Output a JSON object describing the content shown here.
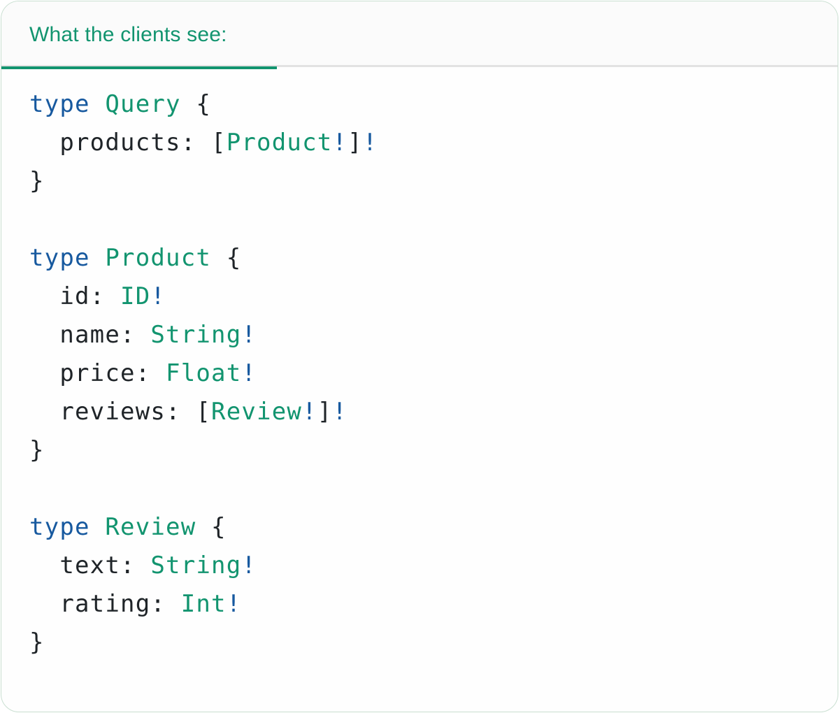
{
  "tab": {
    "label": "What the clients see:"
  },
  "colors": {
    "accent_green": "#12946F",
    "keyword_blue": "#17599F",
    "code_ink": "#1F2428",
    "tabbar_border": "#E2E2E2",
    "card_border": "#C9DFD1"
  },
  "code": {
    "language": "graphql",
    "lines": [
      {
        "tokens": [
          {
            "t": "type",
            "c": "blue"
          },
          {
            "t": " ",
            "c": "ink"
          },
          {
            "t": "Query",
            "c": "green"
          },
          {
            "t": " {",
            "c": "ink"
          }
        ]
      },
      {
        "tokens": [
          {
            "t": "  products: [",
            "c": "ink"
          },
          {
            "t": "Product",
            "c": "green"
          },
          {
            "t": "!",
            "c": "blue"
          },
          {
            "t": "]",
            "c": "ink"
          },
          {
            "t": "!",
            "c": "blue"
          }
        ]
      },
      {
        "tokens": [
          {
            "t": "}",
            "c": "ink"
          }
        ]
      },
      {
        "tokens": []
      },
      {
        "tokens": [
          {
            "t": "type",
            "c": "blue"
          },
          {
            "t": " ",
            "c": "ink"
          },
          {
            "t": "Product",
            "c": "green"
          },
          {
            "t": " {",
            "c": "ink"
          }
        ]
      },
      {
        "tokens": [
          {
            "t": "  id: ",
            "c": "ink"
          },
          {
            "t": "ID",
            "c": "green"
          },
          {
            "t": "!",
            "c": "blue"
          }
        ]
      },
      {
        "tokens": [
          {
            "t": "  name: ",
            "c": "ink"
          },
          {
            "t": "String",
            "c": "green"
          },
          {
            "t": "!",
            "c": "blue"
          }
        ]
      },
      {
        "tokens": [
          {
            "t": "  price: ",
            "c": "ink"
          },
          {
            "t": "Float",
            "c": "green"
          },
          {
            "t": "!",
            "c": "blue"
          }
        ]
      },
      {
        "tokens": [
          {
            "t": "  reviews: [",
            "c": "ink"
          },
          {
            "t": "Review",
            "c": "green"
          },
          {
            "t": "!",
            "c": "blue"
          },
          {
            "t": "]",
            "c": "ink"
          },
          {
            "t": "!",
            "c": "blue"
          }
        ]
      },
      {
        "tokens": [
          {
            "t": "}",
            "c": "ink"
          }
        ]
      },
      {
        "tokens": []
      },
      {
        "tokens": [
          {
            "t": "type",
            "c": "blue"
          },
          {
            "t": " ",
            "c": "ink"
          },
          {
            "t": "Review",
            "c": "green"
          },
          {
            "t": " {",
            "c": "ink"
          }
        ]
      },
      {
        "tokens": [
          {
            "t": "  text: ",
            "c": "ink"
          },
          {
            "t": "String",
            "c": "green"
          },
          {
            "t": "!",
            "c": "blue"
          }
        ]
      },
      {
        "tokens": [
          {
            "t": "  rating: ",
            "c": "ink"
          },
          {
            "t": "Int",
            "c": "green"
          },
          {
            "t": "!",
            "c": "blue"
          }
        ]
      },
      {
        "tokens": [
          {
            "t": "}",
            "c": "ink"
          }
        ]
      }
    ]
  }
}
